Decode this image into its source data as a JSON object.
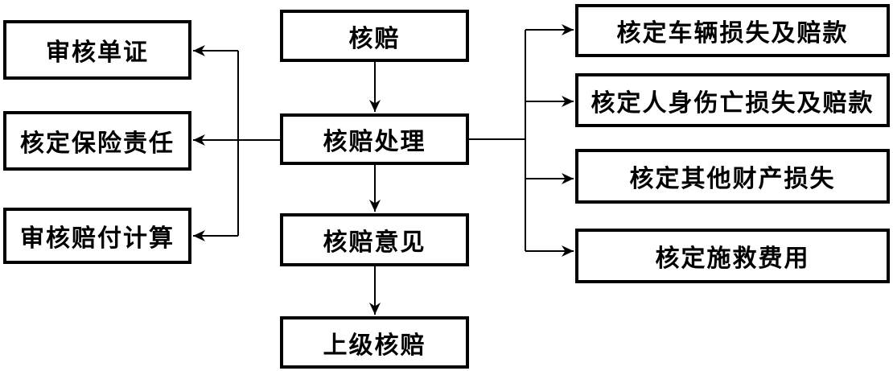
{
  "diagram": {
    "type": "flowchart",
    "background_color": "#ffffff",
    "line_color": "#000000",
    "nodes": {
      "center": [
        {
          "id": "claim-review",
          "label": "核赔"
        },
        {
          "id": "claim-review-processing",
          "label": "核赔处理"
        },
        {
          "id": "claim-review-opinion",
          "label": "核赔意见"
        },
        {
          "id": "superior-claim-review",
          "label": "上级核赔"
        }
      ],
      "left": [
        {
          "id": "verify-documents",
          "label": "审核单证"
        },
        {
          "id": "determine-insurance-liability",
          "label": "核定保险责任"
        },
        {
          "id": "verify-payment-calculation",
          "label": "审核赔付计算"
        }
      ],
      "right": [
        {
          "id": "assess-vehicle-loss",
          "label": "核定车辆损失及赔款"
        },
        {
          "id": "assess-casualty-loss",
          "label": "核定人身伤亡损失及赔款"
        },
        {
          "id": "assess-other-property-loss",
          "label": "核定其他财产损失"
        },
        {
          "id": "assess-rescue-expenses",
          "label": "核定施救费用"
        }
      ]
    },
    "edges": [
      {
        "from": "核赔",
        "to": "核赔处理",
        "direction": "down"
      },
      {
        "from": "核赔处理",
        "to": "核赔意见",
        "direction": "down"
      },
      {
        "from": "核赔意见",
        "to": "上级核赔",
        "direction": "down"
      },
      {
        "from": "核赔处理",
        "to": "审核单证",
        "direction": "left"
      },
      {
        "from": "核赔处理",
        "to": "核定保险责任",
        "direction": "left"
      },
      {
        "from": "核赔处理",
        "to": "审核赔付计算",
        "direction": "left"
      },
      {
        "from": "核赔处理",
        "to": "核定车辆损失及赔款",
        "direction": "right"
      },
      {
        "from": "核赔处理",
        "to": "核定人身伤亡损失及赔款",
        "direction": "right"
      },
      {
        "from": "核赔处理",
        "to": "核定其他财产损失",
        "direction": "right"
      },
      {
        "from": "核赔处理",
        "to": "核定施救费用",
        "direction": "right"
      }
    ]
  }
}
